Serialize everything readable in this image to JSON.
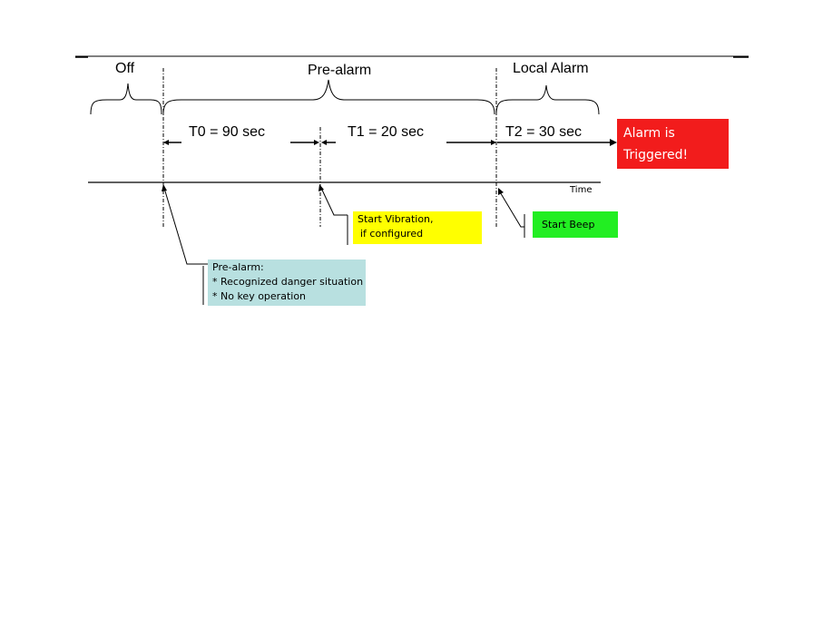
{
  "phases": {
    "off": "Off",
    "pre_alarm": "Pre-alarm",
    "local_alarm": "Local Alarm"
  },
  "durations": {
    "t0": "T0 = 90 sec",
    "t1": "T1 = 20 sec",
    "t2": "T2 = 30 sec"
  },
  "axis": {
    "label": "Time"
  },
  "alarm_box": {
    "line1": "Alarm is",
    "line2": "Triggered!",
    "color": "#f21c1c"
  },
  "vibration_box": {
    "line1": "Start Vibration,",
    "line2": "if configured",
    "color": "#ffff00"
  },
  "beep_box": {
    "line1": "Start Beep",
    "color": "#22ee22"
  },
  "prealarm_box": {
    "line1": "Pre-alarm:",
    "line2": "* Recognized danger situation",
    "line3": "* No key operation",
    "color": "#b8e0e0"
  }
}
